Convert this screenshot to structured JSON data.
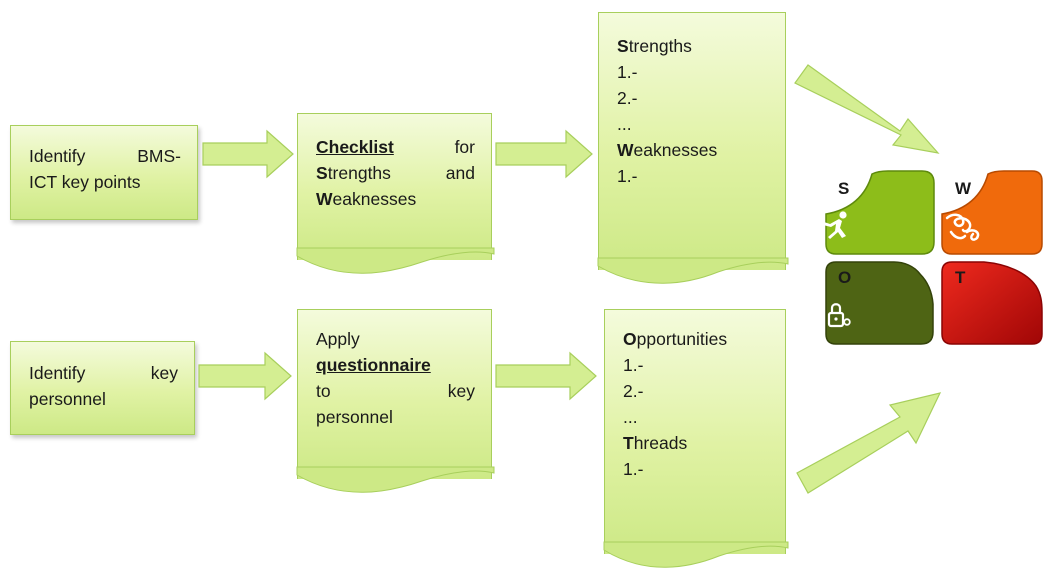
{
  "colors": {
    "box_fill_top": "#f4fbdc",
    "box_fill_bottom": "#cde986",
    "box_border": "#a8cf5c",
    "arrow_fill": "#d4ee92",
    "swot_s": "#8dbd1a",
    "swot_w": "#f06a0c",
    "swot_o": "#4e6414",
    "swot_t": "#d41414"
  },
  "step1": {
    "identify_bms": {
      "line1": "Identify BMS-",
      "line2": "ICT key points"
    },
    "identify_personnel": {
      "line1_word1": "Identify",
      "line1_word2": "key",
      "line2": "personnel"
    }
  },
  "step2": {
    "checklist": {
      "title": "Checklist",
      "for": "for",
      "strengths_initial": "S",
      "strengths_rest": "trengths",
      "and": "and",
      "weaknesses_initial": "W",
      "weaknesses_rest": "eaknesses"
    },
    "questionnaire": {
      "apply": "Apply",
      "title": "questionnaire",
      "to": "to",
      "key": "key",
      "personnel": "personnel"
    }
  },
  "step3": {
    "sw_list": {
      "strengths_initial": "S",
      "strengths_rest": "trengths",
      "item1": "1.-",
      "item2": "2.-",
      "ellipsis": "...",
      "weaknesses_initial": "W",
      "weaknesses_rest": "eaknesses",
      "item3": "1.-"
    },
    "ot_list": {
      "opportunities_initial": "O",
      "opportunities_rest": "pportunities",
      "item1": "1.-",
      "item2": "2.-",
      "ellipsis": "...",
      "threads_initial": "T",
      "threads_rest": "hreads",
      "item3": "1.-"
    }
  },
  "swot": {
    "s_letter": "S",
    "w_letter": "W",
    "o_letter": "O",
    "t_letter": "T",
    "icons": [
      "skater-icon",
      "tangled-figure-icon",
      "padlock-icon"
    ]
  }
}
